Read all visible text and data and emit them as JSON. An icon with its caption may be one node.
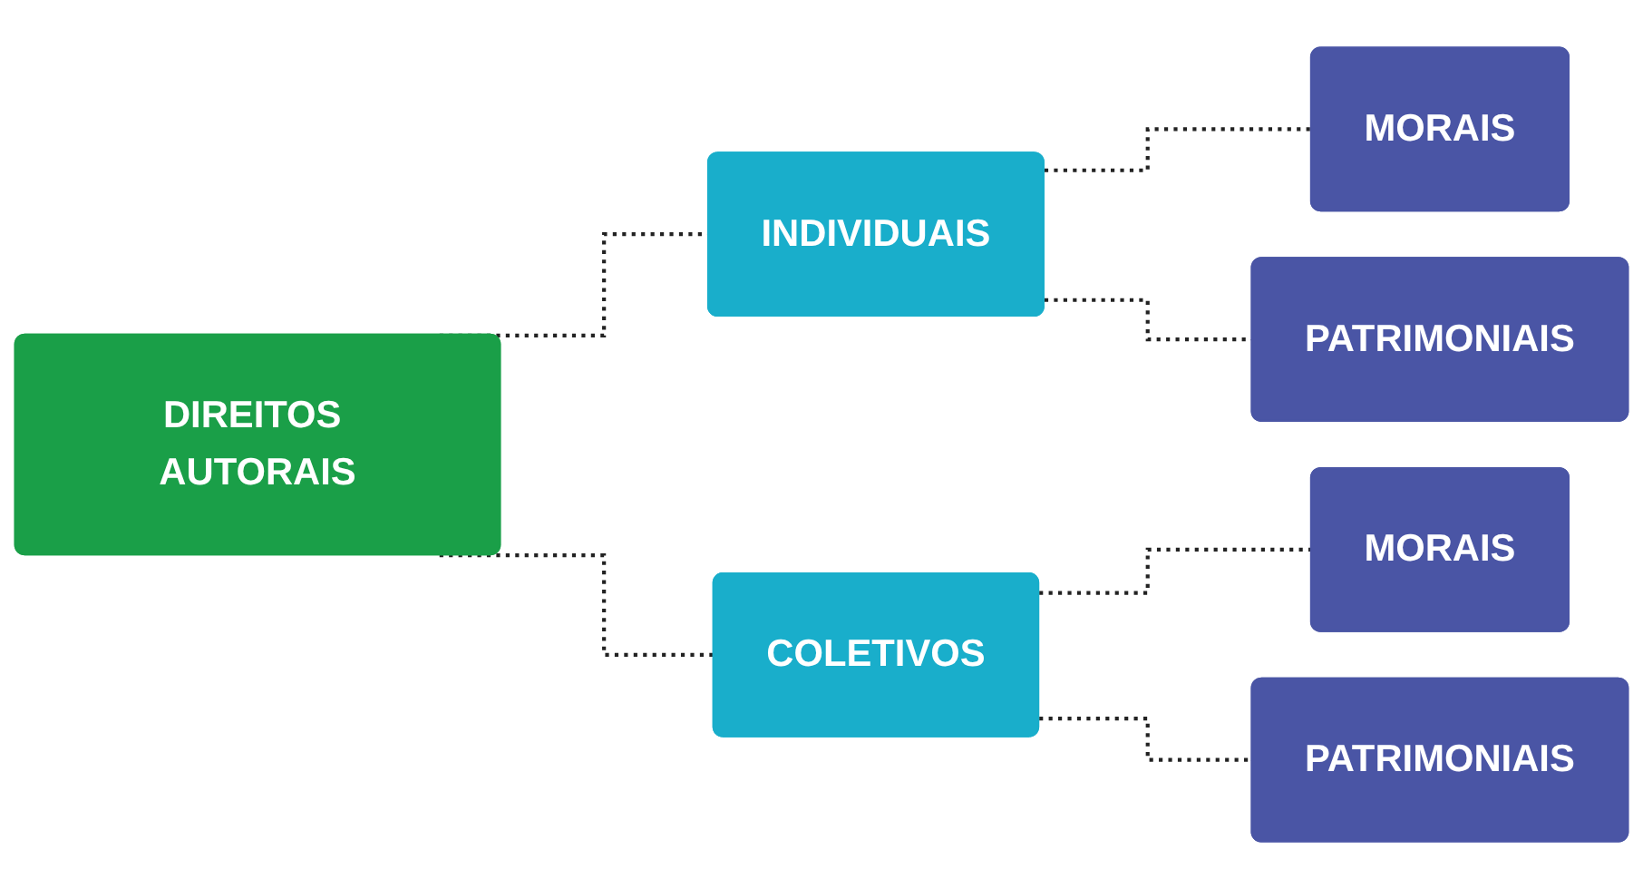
{
  "diagram": {
    "nodes": [
      {
        "text": [
          "DIREITOS AUTORAIS"
        ]
      },
      {
        "text": [
          "INDIVIDUAIS"
        ]
      },
      {
        "text": [
          "COLETIVOS"
        ]
      },
      {
        "text": [
          "MORAIS"
        ]
      },
      {
        "text": [
          "PATRIMONIAIS"
        ]
      },
      {
        "text": [
          "MORAIS"
        ]
      },
      {
        "text": [
          "PATRIMONIAIS"
        ]
      }
    ],
    "edges": [
      {
        "from": 0,
        "to": 1,
        "arrow": "none",
        "style": "dashed"
      },
      {
        "from": 0,
        "to": 2,
        "arrow": "none",
        "style": "dashed"
      },
      {
        "from": 1,
        "to": 3,
        "arrow": "none",
        "style": "dashed"
      },
      {
        "from": 1,
        "to": 4,
        "arrow": "none",
        "style": "dashed"
      },
      {
        "from": 2,
        "to": 5,
        "arrow": "none",
        "style": "dashed"
      },
      {
        "from": 2,
        "to": 6,
        "arrow": "none",
        "style": "dashed"
      }
    ]
  }
}
